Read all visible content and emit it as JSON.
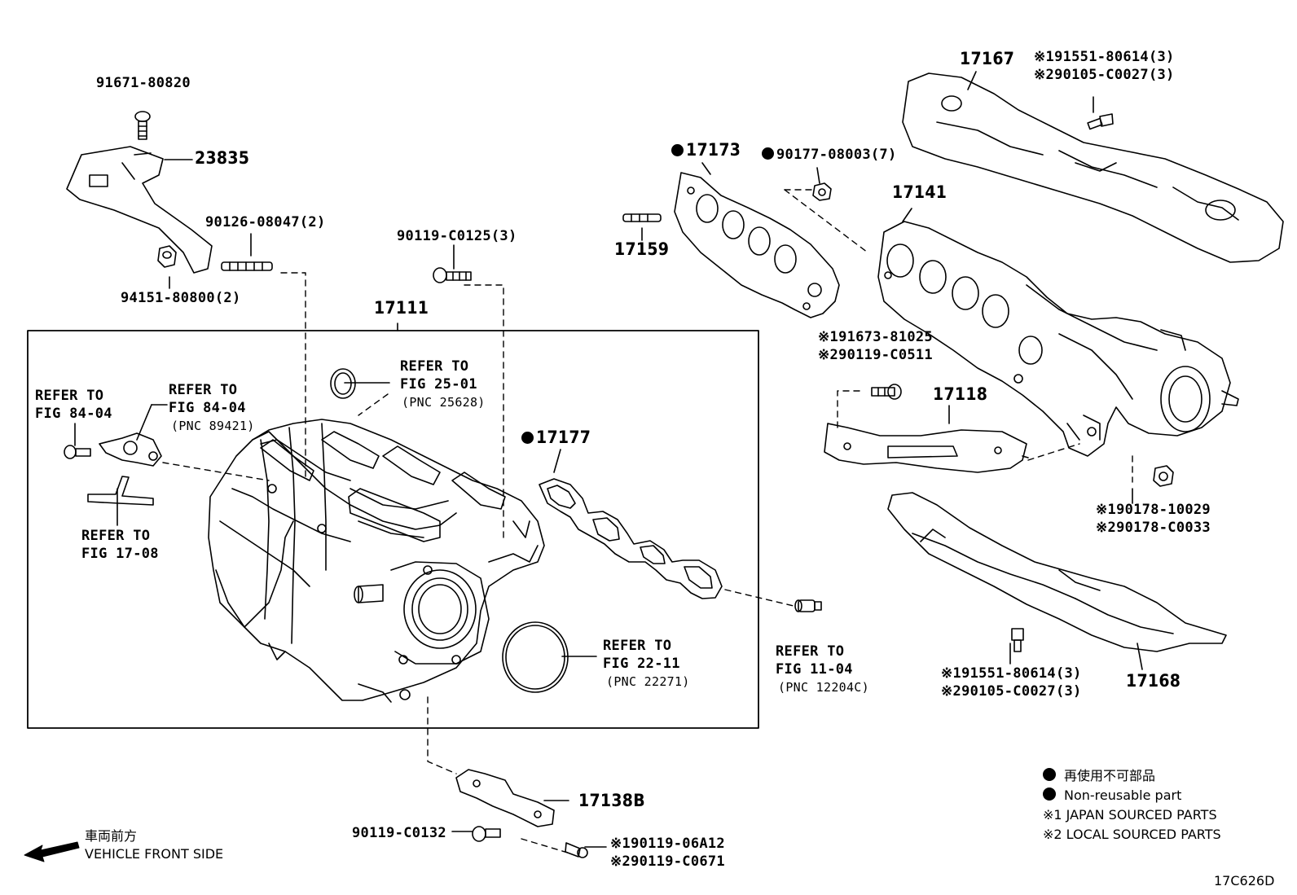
{
  "labels": {
    "p23835": "23835",
    "p91671": "91671-80820",
    "p90126": "90126-08047(2)",
    "p94151": "94151-80800(2)",
    "p90119_c0125": "90119-C0125(3)",
    "p17111": "17111",
    "ref_25_01": [
      "REFER TO",
      "FIG 25-01",
      "(PNC 25628)"
    ],
    "ref_84_04_a": [
      "REFER TO",
      "FIG 84-04"
    ],
    "ref_84_04_b": [
      "REFER TO",
      "FIG 84-04",
      "(PNC 89421)"
    ],
    "ref_17_08": [
      "REFER TO",
      "FIG 17-08"
    ],
    "p17177": "17177",
    "ref_22_11": [
      "REFER TO",
      "FIG 22-11",
      "(PNC 22271)"
    ],
    "ref_11_04": [
      "REFER TO",
      "FIG 11-04",
      "(PNC 12204C)"
    ],
    "p17173": "17173",
    "p90177": "90177-08003(7)",
    "p17159": "17159",
    "p17167": "17167",
    "p17167_codes": [
      "※191551-80614(3)",
      "※290105-C0027(3)"
    ],
    "p17141": "17141",
    "p91673_codes": [
      "※191673-81025",
      "※290119-C0511"
    ],
    "p17118": "17118",
    "p90178_codes": [
      "※190178-10029",
      "※290178-C0033"
    ],
    "p17168": "17168",
    "p17168_codes": [
      "※191551-80614(3)",
      "※290105-C0027(3)"
    ],
    "p17138b": "17138B",
    "p90119_c0132": "90119-C0132",
    "p17138b_codes": [
      "※190119-06A12",
      "※290119-C0671"
    ]
  },
  "legend": {
    "non_reuse_jp": "再使用不可部品",
    "non_reuse_en": "Non-reusable part",
    "note1": "※1 JAPAN SOURCED PARTS",
    "note2": "※2 LOCAL SOURCED PARTS"
  },
  "front": {
    "jp": "車両前方",
    "en": "VEHICLE FRONT SIDE"
  },
  "figure_code": "17C626D"
}
